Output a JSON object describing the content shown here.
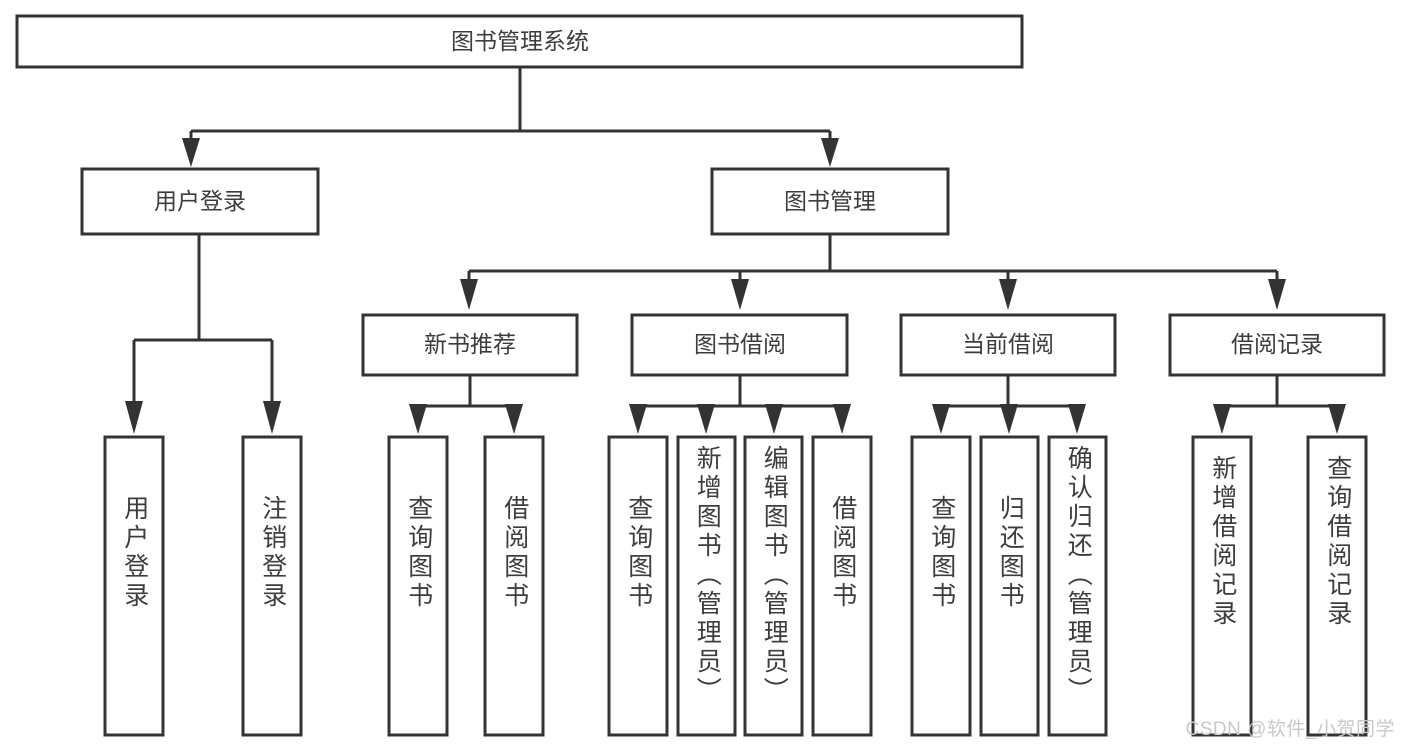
{
  "diagram": {
    "type": "tree-flowchart",
    "title": "图书管理系统",
    "orientation": "top-down",
    "colors": {
      "node_fill": "#ffffff",
      "node_stroke": "#333333",
      "text": "#3d3d3d",
      "background": "#ffffff",
      "watermark": "#c9c9c9"
    },
    "levels": [
      {
        "level": 1,
        "nodes": [
          {
            "id": "root",
            "label": "图书管理系统",
            "text_direction": "horizontal"
          }
        ]
      },
      {
        "level": 2,
        "nodes": [
          {
            "id": "user-login",
            "label": "用户登录",
            "text_direction": "horizontal",
            "parent": "root"
          },
          {
            "id": "book-manage",
            "label": "图书管理",
            "text_direction": "horizontal",
            "parent": "root"
          }
        ]
      },
      {
        "level": 3,
        "nodes": [
          {
            "id": "new-book-rec",
            "label": "新书推荐",
            "text_direction": "horizontal",
            "parent": "book-manage"
          },
          {
            "id": "book-borrow",
            "label": "图书借阅",
            "text_direction": "horizontal",
            "parent": "book-manage"
          },
          {
            "id": "current-borrow",
            "label": "当前借阅",
            "text_direction": "horizontal",
            "parent": "book-manage"
          },
          {
            "id": "borrow-record",
            "label": "借阅记录",
            "text_direction": "horizontal",
            "parent": "book-manage"
          }
        ]
      },
      {
        "level": 4,
        "nodes": [
          {
            "id": "leaf-user-login",
            "label": "用户登录",
            "text_direction": "vertical",
            "parent": "user-login"
          },
          {
            "id": "leaf-logout",
            "label": "注销登录",
            "text_direction": "vertical",
            "parent": "user-login"
          },
          {
            "id": "leaf-query-book-1",
            "label": "查询图书",
            "text_direction": "vertical",
            "parent": "new-book-rec"
          },
          {
            "id": "leaf-borrow-book-1",
            "label": "借阅图书",
            "text_direction": "vertical",
            "parent": "new-book-rec"
          },
          {
            "id": "leaf-query-book-2",
            "label": "查询图书",
            "text_direction": "vertical",
            "parent": "book-borrow"
          },
          {
            "id": "leaf-add-book",
            "label": "新增图书（管理员）",
            "text_direction": "vertical",
            "parent": "book-borrow"
          },
          {
            "id": "leaf-edit-book",
            "label": "编辑图书（管理员）",
            "text_direction": "vertical",
            "parent": "book-borrow"
          },
          {
            "id": "leaf-borrow-book-2",
            "label": "借阅图书",
            "text_direction": "vertical",
            "parent": "book-borrow"
          },
          {
            "id": "leaf-query-book-3",
            "label": "查询图书",
            "text_direction": "vertical",
            "parent": "current-borrow"
          },
          {
            "id": "leaf-return-book",
            "label": "归还图书",
            "text_direction": "vertical",
            "parent": "current-borrow"
          },
          {
            "id": "leaf-confirm-return",
            "label": "确认归还（管理员）",
            "text_direction": "vertical",
            "parent": "current-borrow"
          },
          {
            "id": "leaf-add-record",
            "label": "新增借阅记录",
            "text_direction": "vertical",
            "parent": "borrow-record"
          },
          {
            "id": "leaf-query-record",
            "label": "查询借阅记录",
            "text_direction": "vertical",
            "parent": "borrow-record"
          }
        ]
      }
    ]
  },
  "watermark": {
    "text": "CSDN @软件_小贺同学"
  }
}
